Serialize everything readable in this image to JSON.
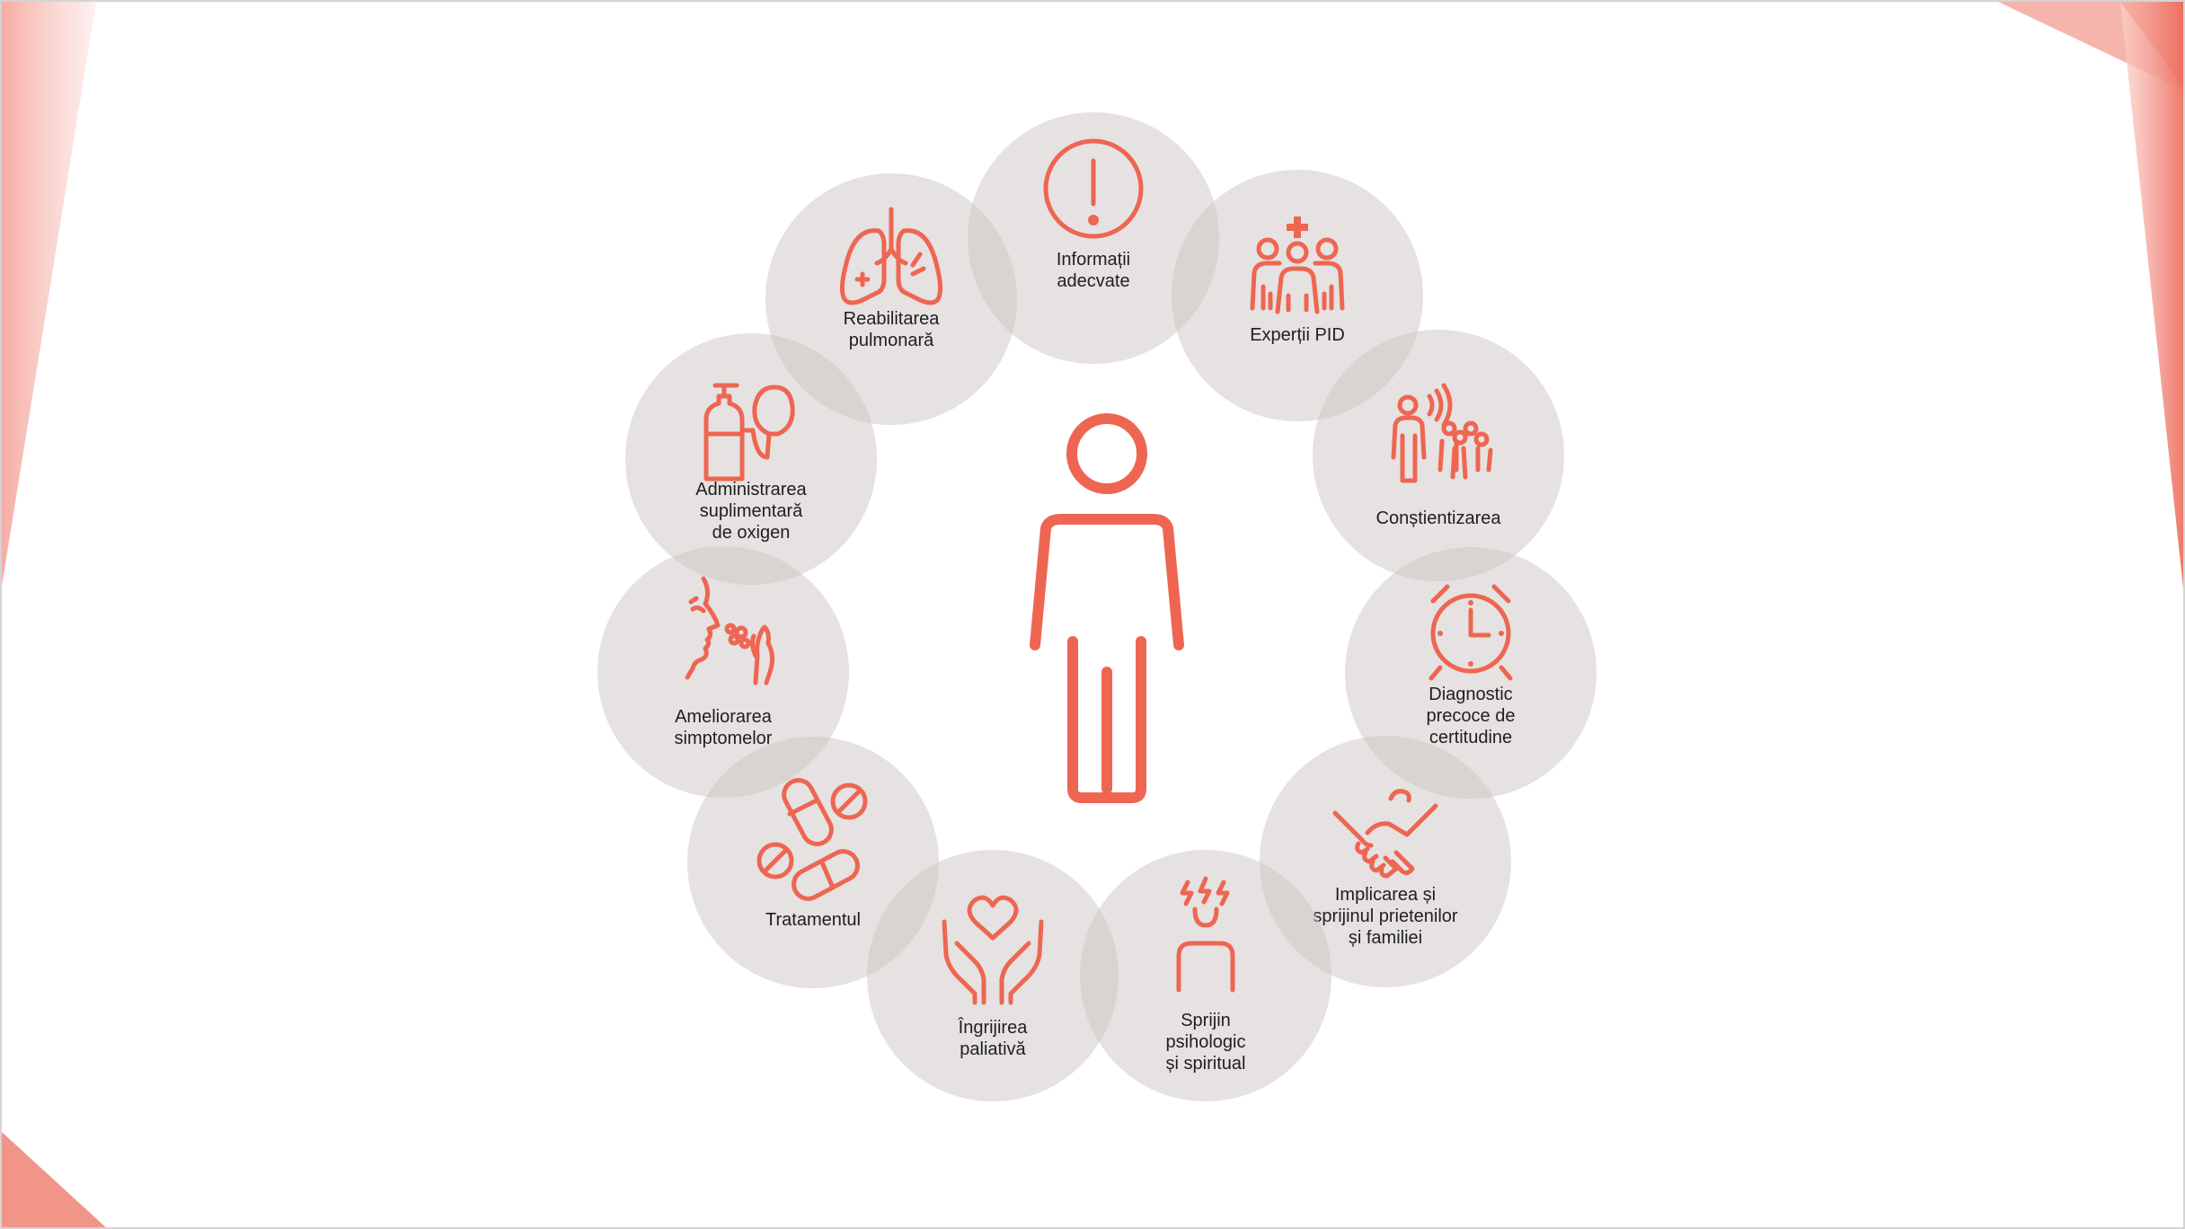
{
  "colors": {
    "accent": "#ee6652",
    "circle": "#ccc6c3",
    "text": "#1f1f1f",
    "border": "#d4d4d4"
  },
  "center": {
    "icon": "person-icon"
  },
  "nodes": [
    {
      "label": "Informații\nadecvate",
      "icon": "exclamation-icon"
    },
    {
      "label": "Experții PID",
      "icon": "medical-team-icon"
    },
    {
      "label": "Conștientizarea",
      "icon": "broadcast-group-icon"
    },
    {
      "label": "Diagnostic\nprecoce de\ncertitudine",
      "icon": "alarm-clock-icon"
    },
    {
      "label": "Implicarea și\nsprijinul prietenilor\nși familiei",
      "icon": "handshake-icon"
    },
    {
      "label": "Sprijin\npsihologic\nși spiritual",
      "icon": "stressed-person-icon"
    },
    {
      "label": "Îngrijirea\npaliativă",
      "icon": "heart-hands-icon"
    },
    {
      "label": "Tratamentul",
      "icon": "pills-icon"
    },
    {
      "label": "Ameliorarea\nsimptomelor",
      "icon": "cough-face-icon"
    },
    {
      "label": "Administrarea\nsuplimentară\nde oxigen",
      "icon": "oxygen-tank-icon"
    },
    {
      "label": "Reabilitarea\npulmonară",
      "icon": "lungs-icon"
    }
  ]
}
